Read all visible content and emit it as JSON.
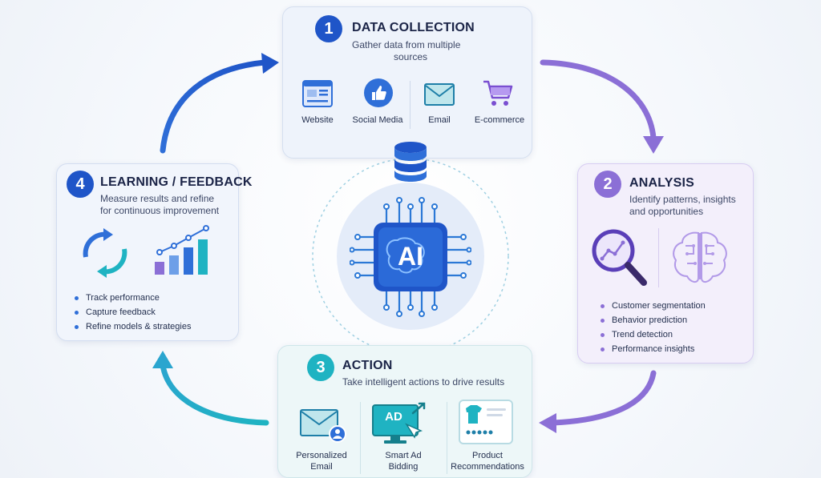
{
  "steps": {
    "collection": {
      "number": "1",
      "title": "DATA COLLECTION",
      "desc_lines": [
        "Gather data from multiple",
        "sources"
      ],
      "sources": [
        "Website",
        "Social Media",
        "Email",
        "E-commerce"
      ]
    },
    "analysis": {
      "number": "2",
      "title": "ANALYSIS",
      "desc_lines": [
        "Identify patterns, insights",
        "and opportunities"
      ],
      "bullets": [
        "Customer segmentation",
        "Behavior prediction",
        "Trend detection",
        "Performance insights"
      ]
    },
    "action": {
      "number": "3",
      "title": "ACTION",
      "desc": "Take intelligent actions to drive results",
      "ad_text": "AD",
      "items": [
        {
          "line1": "Personalized",
          "line2": "Email"
        },
        {
          "line1": "Smart Ad",
          "line2": "Bidding"
        },
        {
          "line1": "Product",
          "line2": "Recommendations"
        }
      ]
    },
    "learning": {
      "number": "4",
      "title": "LEARNING / FEEDBACK",
      "desc_lines": [
        "Measure results and refine",
        "for continuous improvement"
      ],
      "bullets": [
        "Track performance",
        "Capture feedback",
        "Refine models & strategies"
      ]
    }
  },
  "center": {
    "label": "AI"
  },
  "icons": {
    "database": "database-icon",
    "chip": "ai-chip-icon",
    "website": "browser-window-icon",
    "social": "thumbs-up-icon",
    "email": "envelope-icon",
    "ecommerce": "shopping-cart-icon",
    "magnifier": "magnifier-chart-icon",
    "brain": "brain-icon",
    "cycle": "cycle-arrows-icon",
    "growth": "bar-chart-growth-icon"
  },
  "colors": {
    "blue": "#2f6fd8",
    "purple": "#8b6fd6",
    "teal": "#1fb3c2",
    "navy": "#1b2447"
  }
}
